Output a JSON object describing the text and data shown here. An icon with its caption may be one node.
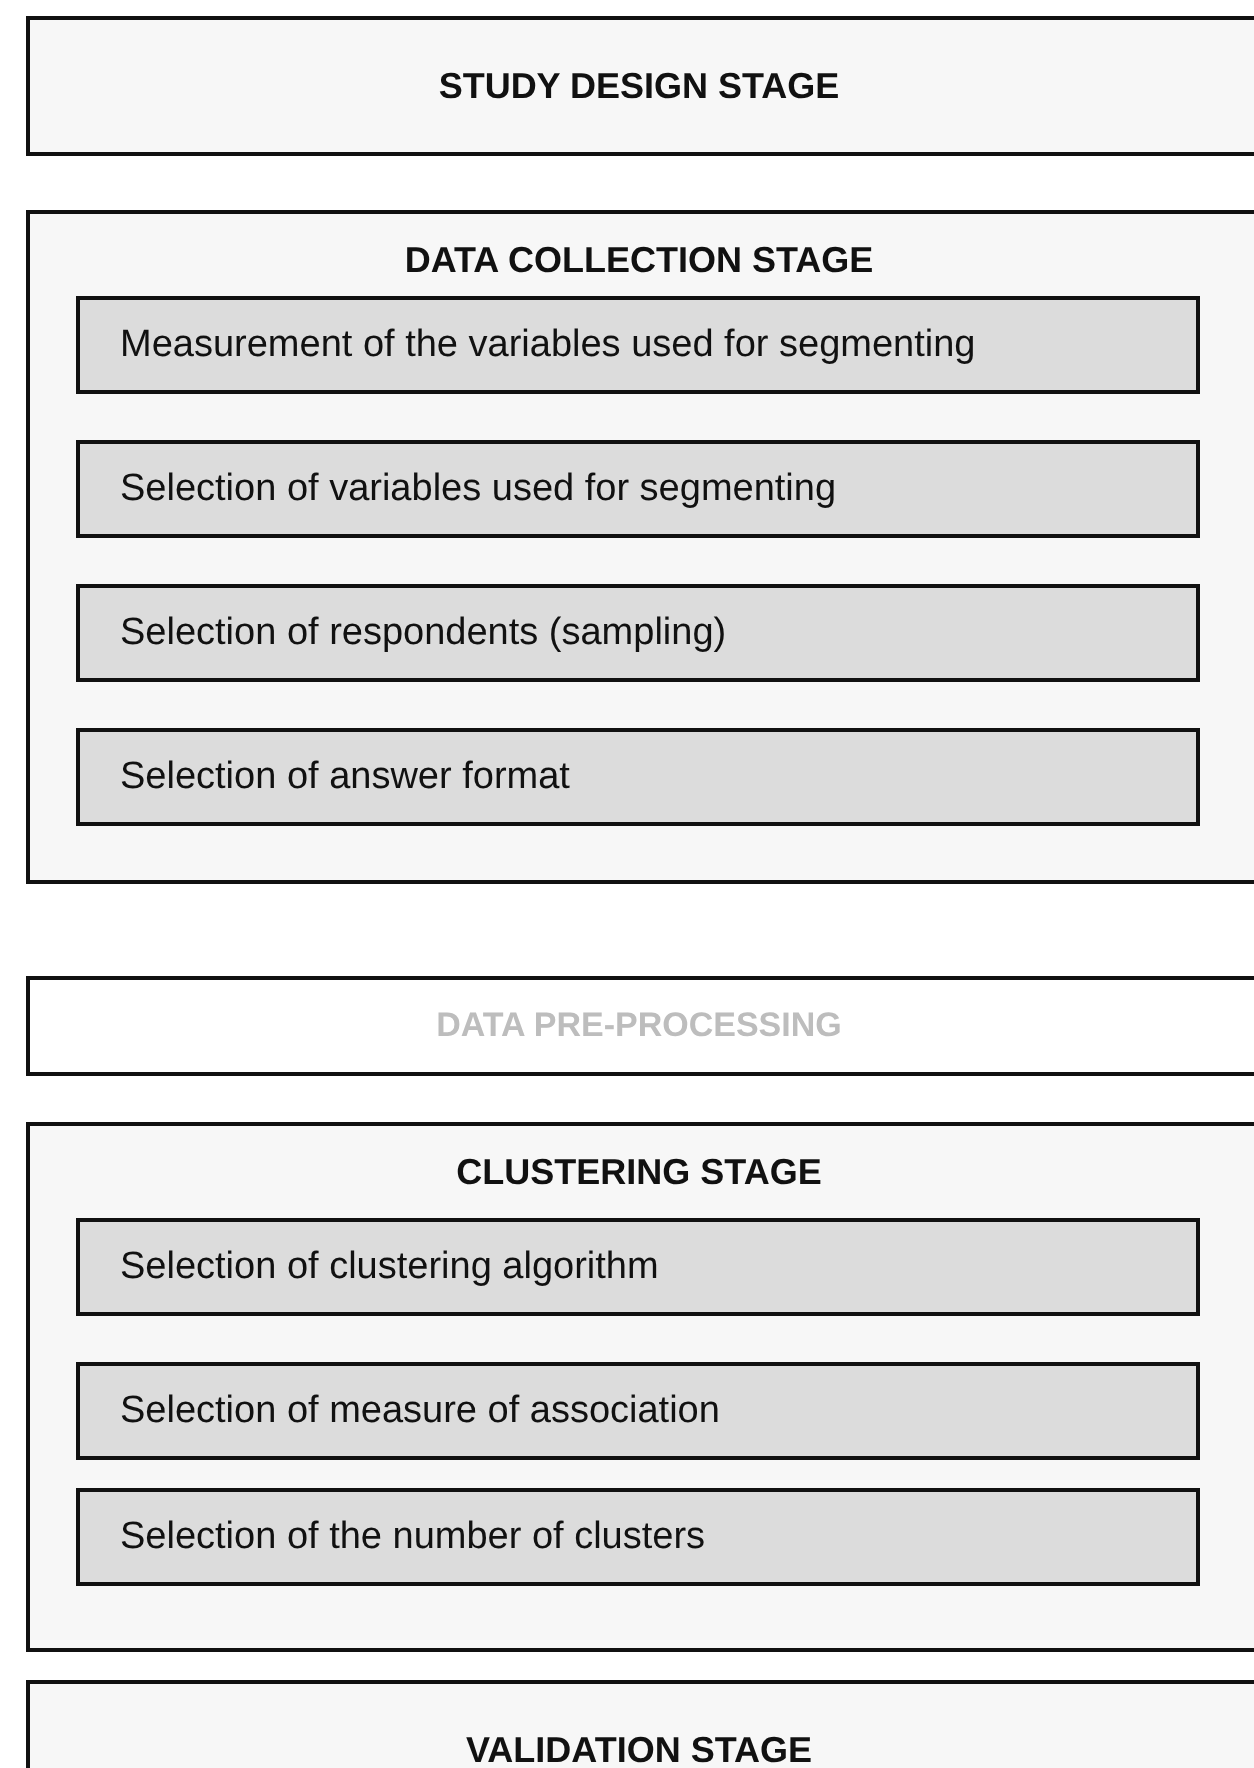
{
  "diagram": {
    "nodes": [
      {
        "text": [
          "STUDY DESIGN STAGE"
        ]
      },
      {
        "text": [
          "DATA COLLECTION STAGE"
        ]
      },
      {
        "text": [
          "Measurement of the variables used for segmenting"
        ],
        "in": 1
      },
      {
        "text": [
          "Selection of variables used for segmenting"
        ],
        "in": 1
      },
      {
        "text": [
          "Selection of respondents (sampling)"
        ],
        "in": 1
      },
      {
        "text": [
          "Selection of answer format"
        ],
        "in": 1
      },
      {
        "text": [
          "DATA PRE-PROCESSING"
        ]
      },
      {
        "text": [
          "CLUSTERING STAGE"
        ]
      },
      {
        "text": [
          "Selection of clustering algorithm"
        ],
        "in": 7
      },
      {
        "text": [
          "Selection of measure of association"
        ],
        "in": 7
      },
      {
        "text": [
          "Selection of the number of clusters"
        ],
        "in": 7
      },
      {
        "text": [
          "VALIDATION STAGE"
        ]
      }
    ]
  }
}
